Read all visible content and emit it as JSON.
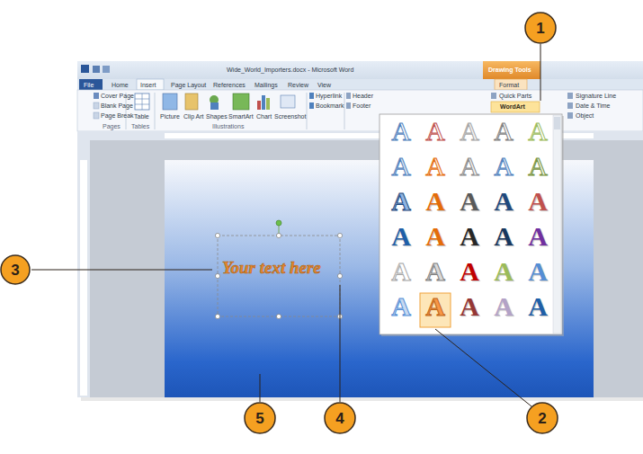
{
  "diagram": {
    "labels": [
      "1",
      "2",
      "3",
      "4",
      "5",
      "Wide_World_Importers.docx - Microsoft Word",
      "Drawing Tools",
      "File",
      "Home",
      "Insert",
      "Page Layout",
      "References",
      "Mailings",
      "Review",
      "View",
      "Format",
      "Cover Page",
      "Blank Page",
      "Page Break",
      "Pages",
      "Table",
      "Tables",
      "Picture",
      "Clip Art",
      "Shapes",
      "SmartArt",
      "Chart",
      "Screenshot",
      "Illustrations",
      "Hyperlink",
      "Bookmark",
      "Header",
      "Footer",
      "Quick Parts",
      "WordArt",
      "Signature Line",
      "Date & Time",
      "Object",
      "Your text here",
      "A",
      "A",
      "A",
      "A",
      "A",
      "A",
      "A",
      "A",
      "A",
      "A",
      "A",
      "A",
      "A",
      "A",
      "A",
      "A",
      "A",
      "A",
      "A",
      "A",
      "A",
      "A",
      "A",
      "A",
      "A",
      "A",
      "A",
      "A",
      "A",
      "A"
    ]
  }
}
